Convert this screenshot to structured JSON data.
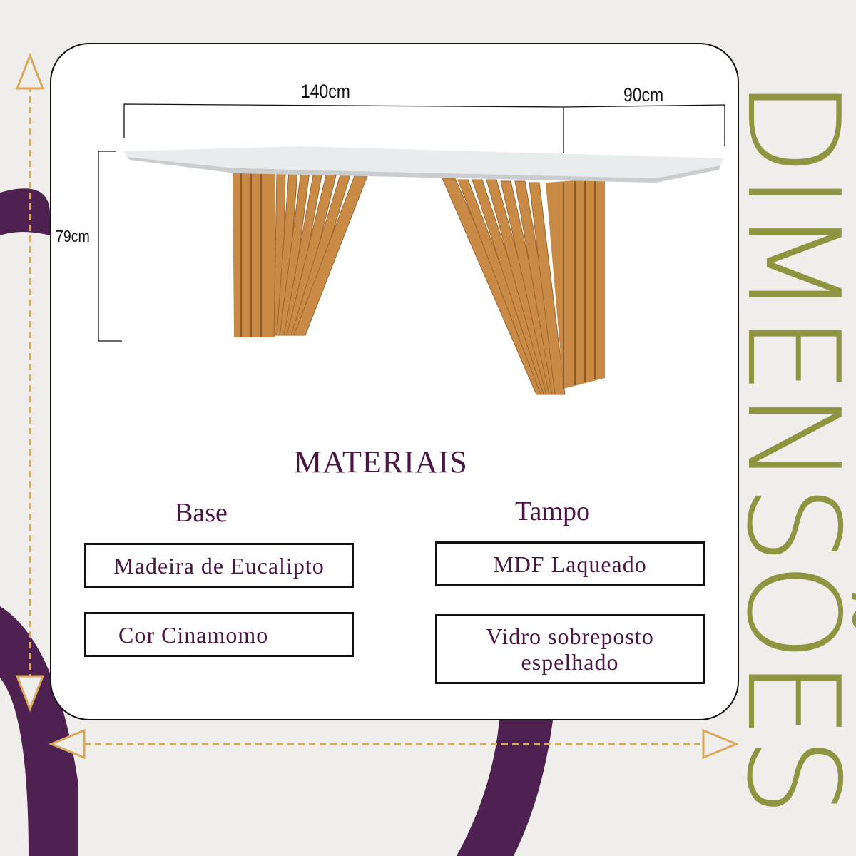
{
  "heading_vertical": "DIMENSÕES",
  "dimensions": {
    "width": "140cm",
    "depth": "90cm",
    "height": "79cm"
  },
  "materials": {
    "title": "MATERIAIS",
    "base": {
      "label": "Base",
      "items": [
        "Madeira de Eucalipto",
        "Cor Cinamomo"
      ]
    },
    "tampo": {
      "label": "Tampo",
      "items": [
        "MDF Laqueado",
        "Vidro sobreposto espelhado"
      ]
    }
  },
  "colors": {
    "purple": "#4f2150",
    "olive": "#8f9440",
    "arrow": "#d9a85a",
    "wood": "#c98a45"
  }
}
